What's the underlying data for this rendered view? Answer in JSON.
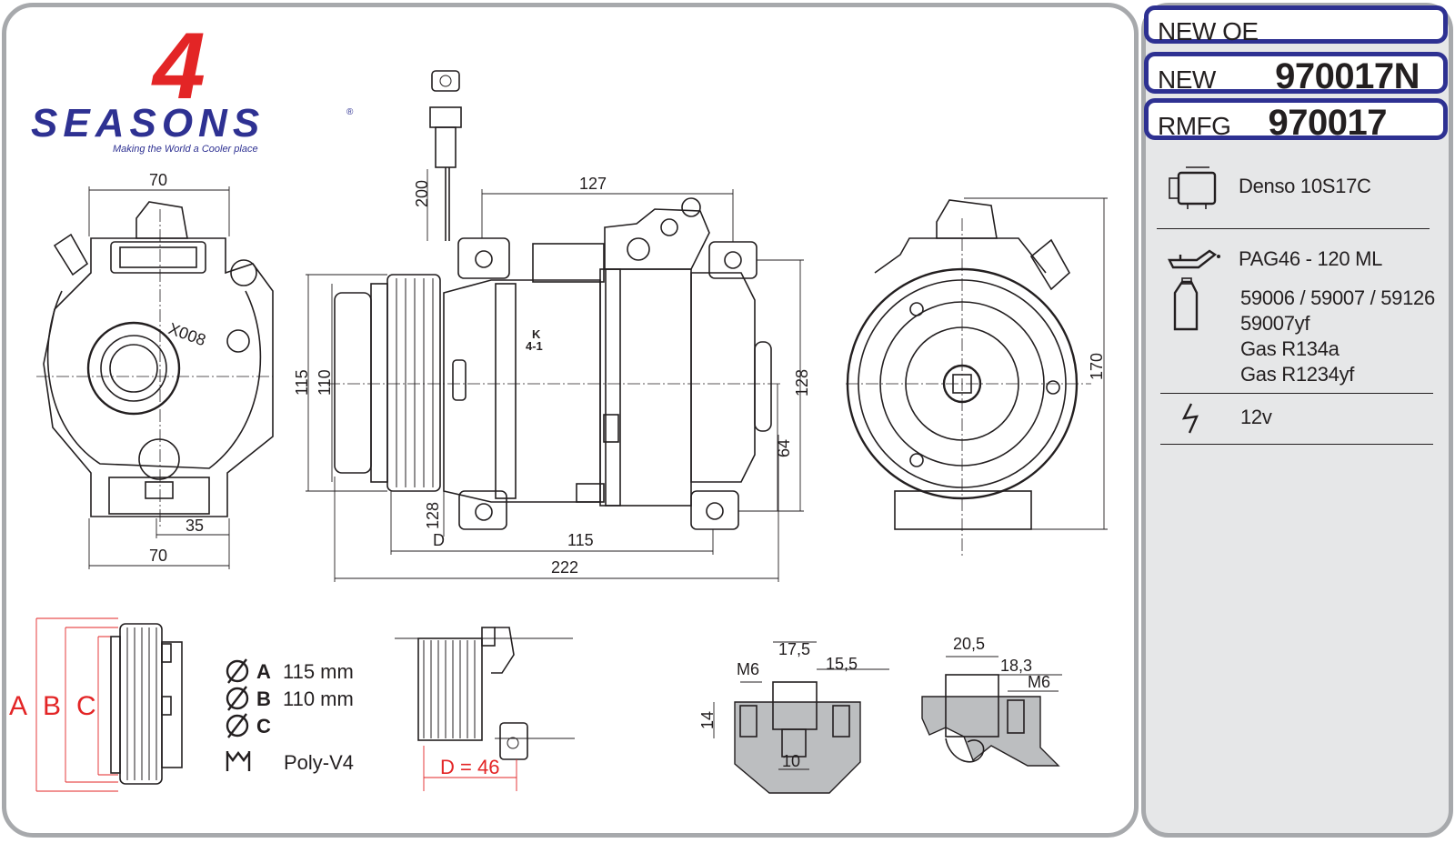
{
  "logo": {
    "digit": "4",
    "wordmark": "SEASONS",
    "registered": "®",
    "tagline": "Making the World a Cooler place",
    "colors": {
      "digit": "#e32526",
      "wordmark": "#2e3192"
    }
  },
  "header": {
    "oe_label": "NEW OE",
    "new_label": "NEW",
    "new_value": "970017N",
    "rmfg_label": "RMFG",
    "rmfg_value": "970017"
  },
  "specs": {
    "compressor_model": "Denso 10S17C",
    "oil": "PAG46 - 120 ML",
    "oil_refs_line1": "59006 / 59007 / 59126",
    "oil_refs_line2": "59007yf",
    "gas_line1": "Gas R134a",
    "gas_line2": "Gas R1234yf",
    "voltage": "12v",
    "icons": [
      "compressor-icon",
      "oil-can-icon",
      "oil-bottle-icon",
      "lightning-icon"
    ]
  },
  "drawing": {
    "dims_front": [
      "70",
      "35",
      "70"
    ],
    "dims_side": [
      "200",
      "127",
      "115",
      "110",
      "128",
      "64",
      "128",
      "115",
      "222"
    ],
    "dim_d_label": "D",
    "dims_rear": [
      "170"
    ],
    "body_marks": [
      "X008",
      "K",
      "4-1"
    ]
  },
  "pulley": {
    "labels": [
      "A",
      "B",
      "C"
    ],
    "a_letter": "A",
    "a_value": "115 mm",
    "b_letter": "B",
    "b_value": "110 mm",
    "c_letter": "C",
    "belt": "Poly-V4",
    "d_value": "D = 46",
    "colors": {
      "abc": "#e32526"
    }
  },
  "ports": {
    "left": [
      "M6",
      "17,5",
      "15,5",
      "14",
      "10"
    ],
    "right": [
      "20,5",
      "18,3",
      "M6"
    ]
  }
}
